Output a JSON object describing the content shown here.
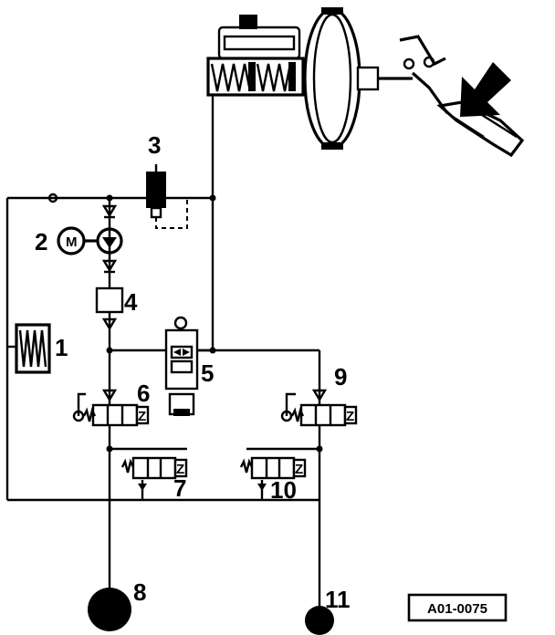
{
  "labels": {
    "c1": "1",
    "c2": "2",
    "c2_motor": "M",
    "c3": "3",
    "c4": "4",
    "c5": "5",
    "c6": "6",
    "c7": "7",
    "c8": "8",
    "c9": "9",
    "c10": "10",
    "c11": "11"
  },
  "figure_code": "A01-0075",
  "valve_marks": {
    "coil": "Z"
  }
}
